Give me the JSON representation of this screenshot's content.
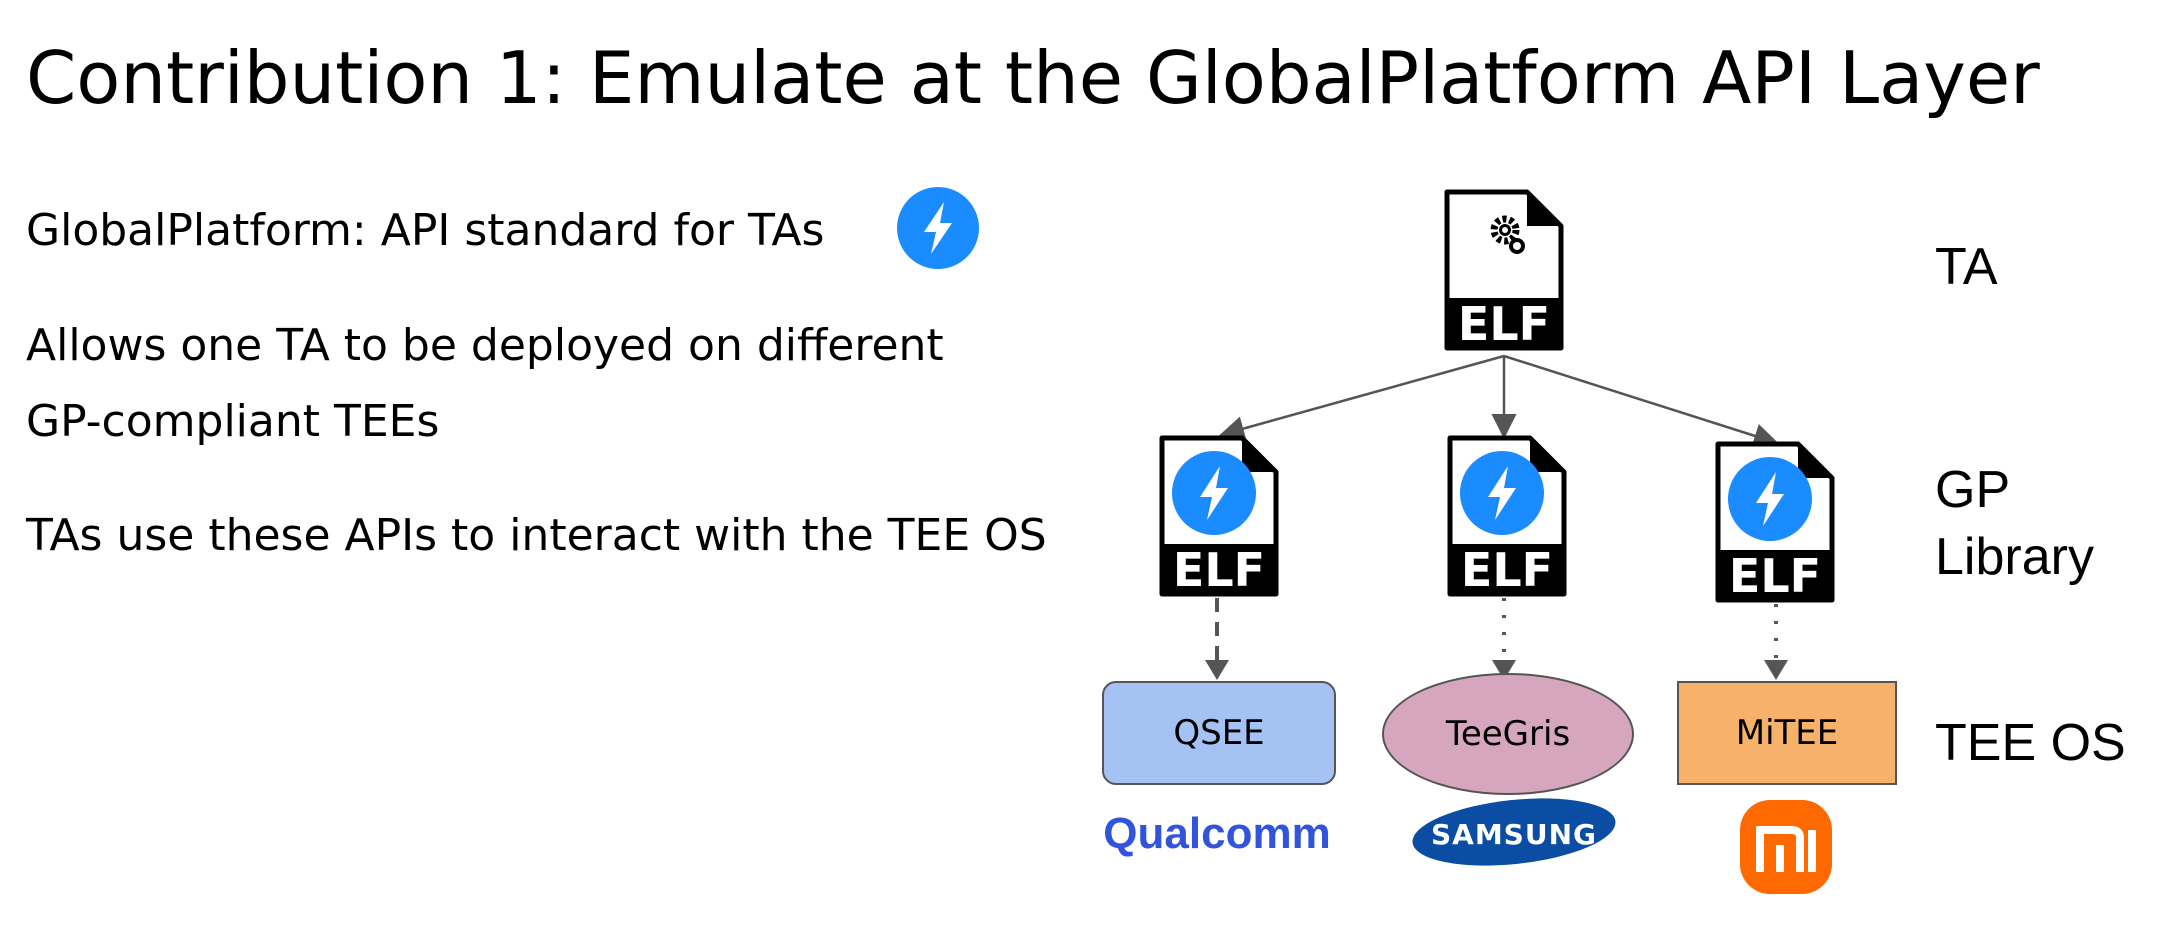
{
  "slide": {
    "title": "Contribution 1: Emulate at the GlobalPlatform API Layer",
    "bullets": [
      "GlobalPlatform: API standard for TAs",
      "Allows one TA to be deployed on different GP-compliant TEEs",
      "TAs use these APIs to interact with the TEE OS"
    ]
  },
  "diagram": {
    "file_label": "ELF",
    "layers": {
      "ta": "TA",
      "gp_line1": "GP",
      "gp_line2": "Library",
      "tee": "TEE OS"
    },
    "tee_oses": [
      {
        "name": "QSEE",
        "vendor": "Qualcomm",
        "color": "#a4c2f4"
      },
      {
        "name": "TeeGris",
        "vendor": "SAMSUNG",
        "color": "#d5a6bd"
      },
      {
        "name": "MiTEE",
        "vendor": "mi",
        "color": "#f6b26b"
      }
    ],
    "icons": {
      "ta_file": "elf-file-gear-icon",
      "gp_file": "elf-file-bolt-icon",
      "badge": "bolt-badge-icon"
    },
    "colors": {
      "bolt_blue": "#1a8cff",
      "qualcomm_blue": "#3253dc",
      "samsung_blue": "#0a4da2",
      "xiaomi_orange": "#ff6900",
      "arrow_gray": "#555555"
    }
  }
}
